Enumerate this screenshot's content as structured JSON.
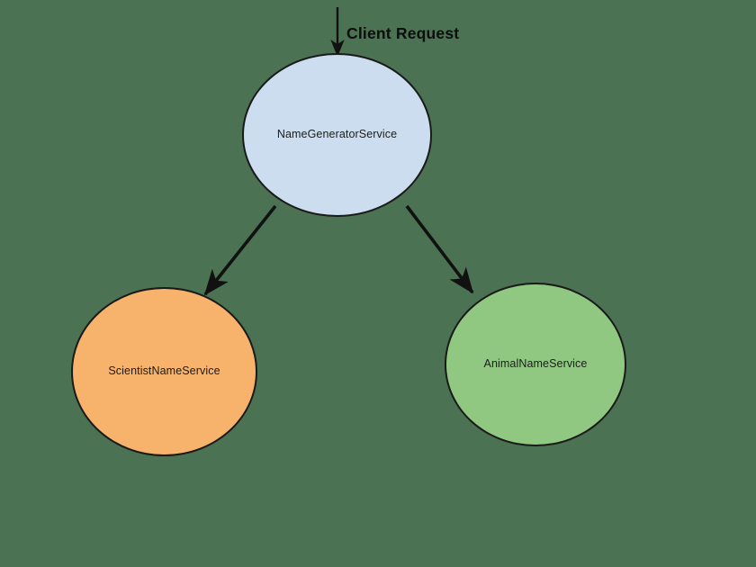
{
  "diagram": {
    "type": "service-dependency-graph",
    "background_color": "#4a7253",
    "edge_color": "#111111",
    "node_border_color": "#1a1a1a",
    "nodes": [
      {
        "id": "name-generator",
        "label": "NameGeneratorService",
        "shape": "circle",
        "fill_color": "#cbddef"
      },
      {
        "id": "scientist-name",
        "label": "ScientistNameService",
        "shape": "circle",
        "fill_color": "#f7b26c"
      },
      {
        "id": "animal-name",
        "label": "AnimalNameService",
        "shape": "circle",
        "fill_color": "#90c882"
      }
    ],
    "edges": [
      {
        "id": "client-to-generator",
        "label": "Client Request",
        "from": "client",
        "to": "name-generator",
        "arrow": true
      },
      {
        "id": "generator-to-scientist",
        "label": "",
        "from": "name-generator",
        "to": "scientist-name",
        "arrow": true
      },
      {
        "id": "generator-to-animal",
        "label": "",
        "from": "name-generator",
        "to": "animal-name",
        "arrow": true
      }
    ]
  }
}
